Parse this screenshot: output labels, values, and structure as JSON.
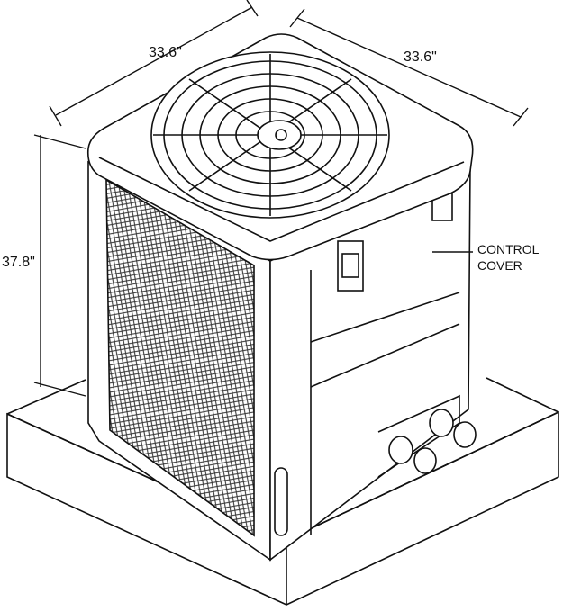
{
  "dimensions": {
    "width_left": "33.6\"",
    "width_right": "33.6\"",
    "height": "37.8\""
  },
  "callouts": {
    "control_cover_line1": "CONTROL",
    "control_cover_line2": "COVER"
  },
  "colors": {
    "line": "#111111",
    "fill": "#ffffff",
    "grille": "#333333"
  }
}
